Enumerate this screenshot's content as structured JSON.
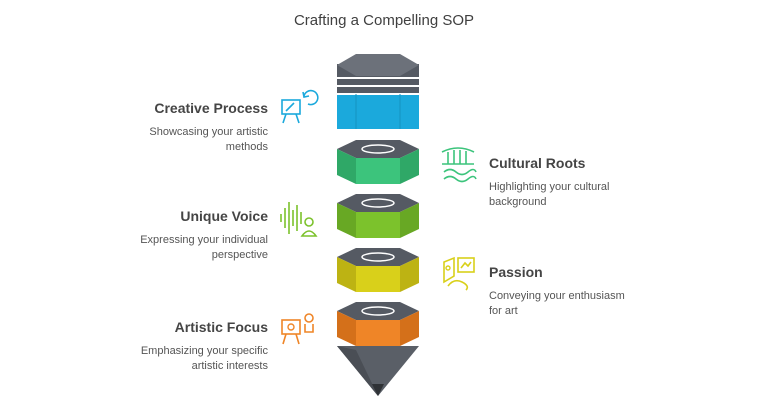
{
  "title": "Crafting a Compelling SOP",
  "items": [
    {
      "label": "Creative Process",
      "desc": "Showcasing your artistic methods",
      "color": "#1ba9dc",
      "icon": "easel-refresh-icon"
    },
    {
      "label": "Cultural Roots",
      "desc": "Highlighting your cultural background",
      "color": "#3cc47c",
      "icon": "roots-icon"
    },
    {
      "label": "Unique Voice",
      "desc": "Expressing your individual perspective",
      "color": "#7cc22c",
      "icon": "voice-icon"
    },
    {
      "label": "Passion",
      "desc": "Conveying your enthusiasm for art",
      "color": "#d9d01a",
      "icon": "paint-icon"
    },
    {
      "label": "Artistic Focus",
      "desc": "Emphasizing your specific artistic interests",
      "color": "#ef8527",
      "icon": "easel-focus-icon"
    }
  ],
  "colors": {
    "dark": "#555a63",
    "text": "#454545"
  }
}
